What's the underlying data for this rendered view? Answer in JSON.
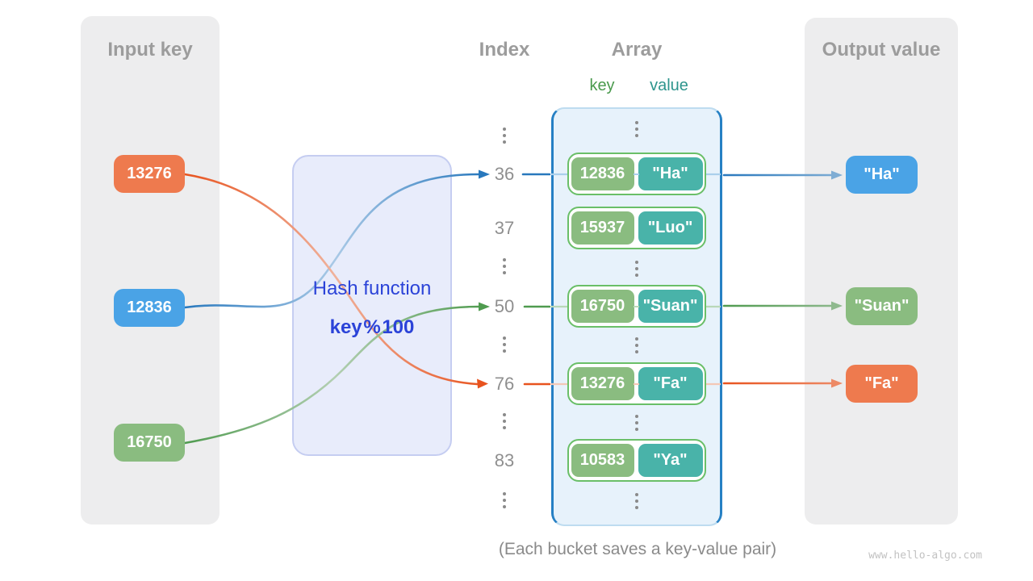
{
  "input_panel": {
    "title": "Input key",
    "keys": [
      "13276",
      "12836",
      "16750"
    ]
  },
  "hash": {
    "title": "Hash function",
    "formula": "key % 100"
  },
  "index_col": {
    "title": "Index",
    "rows": [
      "36",
      "37",
      "50",
      "76",
      "83"
    ],
    "ellipsis": "⋮"
  },
  "array": {
    "title": "Array",
    "key_label": "key",
    "value_label": "value",
    "buckets": [
      {
        "key": "12836",
        "value": "\"Ha\""
      },
      {
        "key": "15937",
        "value": "\"Luo\""
      },
      {
        "key": "16750",
        "value": "\"Suan\""
      },
      {
        "key": "13276",
        "value": "\"Fa\""
      },
      {
        "key": "10583",
        "value": "\"Ya\""
      }
    ]
  },
  "output_panel": {
    "title": "Output value",
    "values": [
      "\"Ha\"",
      "\"Suan\"",
      "\"Fa\""
    ]
  },
  "caption": "(Each bucket saves a key-value pair)",
  "watermark": "www.hello-algo.com",
  "colors": {
    "orange_box": "#ee7a4e",
    "blue_box": "#4aa3e6",
    "green_box": "#8abc80",
    "teal_box": "#49b3a9",
    "orange_stroke": "#e8531e",
    "blue_stroke": "#2878bd",
    "green_stroke": "#4f9b4f",
    "hash_text": "#2b43d8",
    "panel_gray": "#ededee",
    "array_fill": "#e7f2fb",
    "array_border": "#2680c4",
    "header_gray": "#9c9c9c"
  }
}
